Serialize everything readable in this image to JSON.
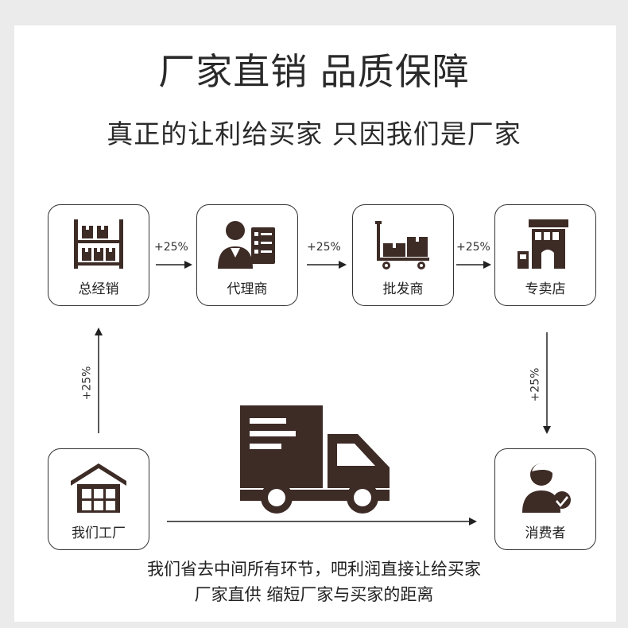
{
  "header": {
    "title": "厂家直销 品质保障",
    "subtitle": "真正的让利给买家 只因我们是厂家"
  },
  "nodes": {
    "general_distributor": "总经销",
    "agent": "代理商",
    "wholesaler": "批发商",
    "store": "专卖店",
    "factory": "我们工厂",
    "consumer": "消费者"
  },
  "markups": {
    "a": "+25%",
    "b": "+25%",
    "c": "+25%",
    "d": "+25%",
    "e": "+25%"
  },
  "footer": {
    "line1": "我们省去中间所有环节，吧利润直接让给买家",
    "line2": "厂家直供 缩短厂家与买家的距离"
  },
  "colors": {
    "icon_brown": "#3d2b26",
    "text": "#2a2a2a"
  },
  "icons": {
    "general_distributor": "warehouse-shelf-icon",
    "agent": "agent-document-icon",
    "wholesaler": "cart-boxes-icon",
    "store": "storefront-icon",
    "factory": "factory-building-icon",
    "consumer": "consumer-check-icon",
    "truck": "delivery-truck-icon"
  }
}
